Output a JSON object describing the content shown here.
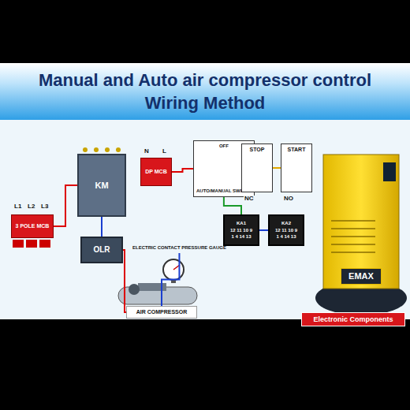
{
  "diagram": {
    "title": "Manual and Auto air compressor control Wiring Method",
    "nodes": [
      {
        "text": [
          "3 POLE MCB"
        ]
      },
      {
        "text": [
          "KM"
        ]
      },
      {
        "text": [
          "OLR"
        ]
      },
      {
        "text": [
          "DP MCB"
        ]
      },
      {
        "text": [
          "OFF",
          "AUTO/MANUAL SWITCH"
        ]
      },
      {
        "text": [
          "STOP"
        ]
      },
      {
        "text": [
          "START"
        ]
      },
      {
        "text": [
          "ELECTRIC CONTACT PRESSURE GAUGE"
        ]
      },
      {
        "text": [
          "AIR COMPRESSOR"
        ]
      },
      {
        "text": [
          "KA1",
          "12 11 10 9",
          "1 4 14 13"
        ]
      },
      {
        "text": [
          "KA2",
          "12 11 10 9",
          "1 4 14 13"
        ]
      },
      {
        "text": [
          "EMAX"
        ]
      },
      {
        "text": [
          "Electronic Components"
        ]
      }
    ],
    "edges": [
      {
        "from": 0,
        "to": 1,
        "arrow": "none"
      },
      {
        "from": 1,
        "to": 2,
        "arrow": "none"
      },
      {
        "from": 2,
        "to": 8,
        "arrow": "none"
      },
      {
        "from": 3,
        "to": 4,
        "arrow": "none"
      },
      {
        "from": 4,
        "to": 5,
        "arrow": "none"
      },
      {
        "from": 5,
        "to": 6,
        "arrow": "none"
      },
      {
        "from": 7,
        "to": 8,
        "arrow": "none"
      },
      {
        "from": 7,
        "to": 9,
        "arrow": "none"
      },
      {
        "from": 9,
        "to": 10,
        "arrow": "none"
      },
      {
        "from": 4,
        "to": 9,
        "arrow": "none"
      }
    ],
    "labels": [
      "L1",
      "L2",
      "L3",
      "N",
      "L",
      "NC",
      "NO"
    ]
  }
}
